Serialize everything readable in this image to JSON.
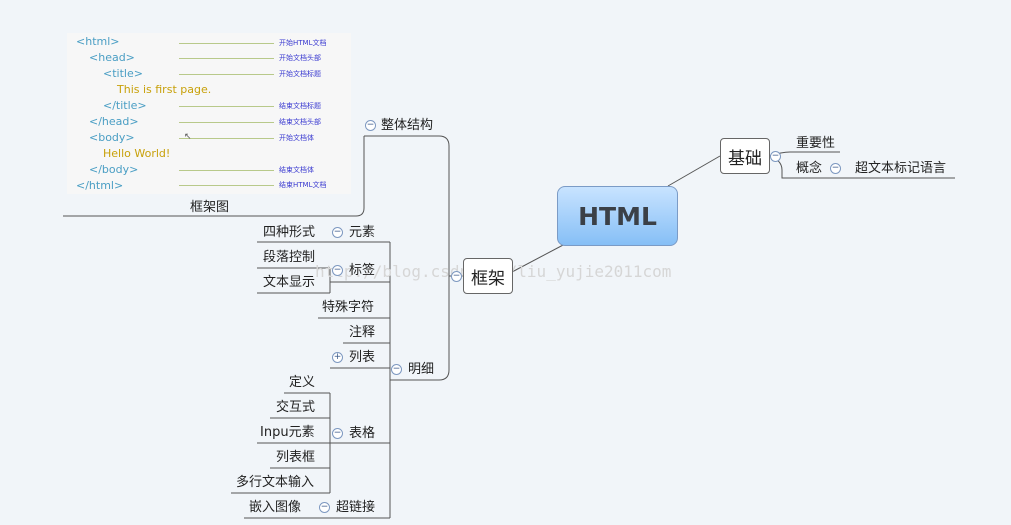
{
  "root": "HTML",
  "watermark": "http://blog.csdn.net/liu_yujie2011com",
  "basics": {
    "label": "基础",
    "importance": "重要性",
    "concept": "概念",
    "concept_detail": "超文本标记语言"
  },
  "framework": {
    "label": "框架",
    "overall_structure": "整体结构",
    "framework_diagram": "框架图",
    "details": "明细",
    "element": "元素",
    "four_forms": "四种形式",
    "tag": "标签",
    "paragraph_control": "段落控制",
    "text_display": "文本显示",
    "special_chars": "特殊字符",
    "comment": "注释",
    "list": "列表",
    "table": "表格",
    "definition": "定义",
    "interactive": "交互式",
    "input_element": "Inpu元素",
    "list_box": "列表框",
    "multiline_input": "多行文本输入",
    "hyperlink": "超链接",
    "embed_image": "嵌入图像"
  },
  "code_panel": {
    "lines": [
      {
        "text": "<html>",
        "comment": "开始HTML文档"
      },
      {
        "text": "<head>",
        "comment": "开始文档头部"
      },
      {
        "text": "<title>",
        "comment": "开始文档标题"
      },
      {
        "text": "This is first page.",
        "comment": ""
      },
      {
        "text": "</title>",
        "comment": "结束文档标题"
      },
      {
        "text": "</head>",
        "comment": "结束文档头部"
      },
      {
        "text": "<body>",
        "comment": "开始文档体"
      },
      {
        "text": "Hello World!",
        "comment": ""
      },
      {
        "text": "</body>",
        "comment": "结束文档体"
      },
      {
        "text": "</html>",
        "comment": "结束HTML文档"
      }
    ]
  },
  "colors": {
    "background": "#f1f5f9",
    "root_fill": "#9fcffb",
    "connector": "#555555",
    "code_tag": "#4a9ec4",
    "code_text": "#c8a10a",
    "code_comment": "#3a3ad0"
  }
}
